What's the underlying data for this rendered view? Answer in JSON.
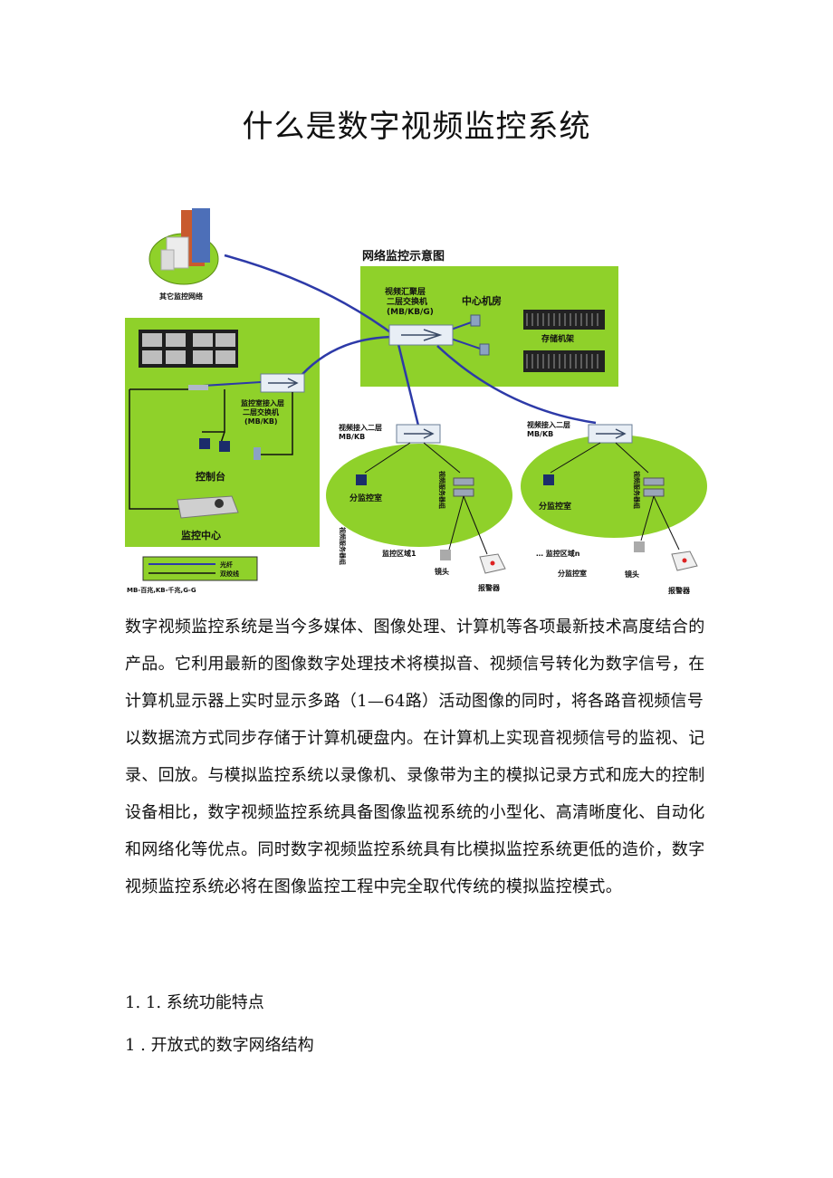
{
  "document": {
    "title": "什么是数字视频监控系统",
    "paragraph": "数字视频监控系统是当今多媒体、图像处理、计算机等各项最新技术高度结合的产品。它利用最新的图像数字处理技术将模拟音、视频信号转化为数字信号，在计算机显示器上实时显示多路（1—64路）活动图像的同时，将各路音视频信号以数据流方式同步存储于计算机硬盘内。在计算机上实现音视频信号的监视、记录、回放。与模拟监控系统以录像机、录像带为主的模拟记录方式和庞大的控制设备相比，数字视频监控系统具备图像监视系统的小型化、高清晰度化、自动化和网络化等优点。同时数字视频监控系统具有比模拟监控系统更低的造价，数字视频监控系统必将在图像监控工程中完全取代传统的模拟监控模式。",
    "section_heading": "1. 1. 系统功能特点",
    "subsection_heading": "1 . 开放式的数字网络结构"
  },
  "diagram": {
    "heading": "网络监控示意图",
    "other_network": "其它监控网络",
    "aggregation_switch": [
      "视频汇聚层",
      "二层交换机",
      "(MB/KB/G)"
    ],
    "center_room": "中心机房",
    "storage_rack": "存储机架",
    "access_switch": [
      "监控室接入层",
      "二层交换机",
      "(MB/KB)"
    ],
    "console": "控制台",
    "monitor_center": "监控中心",
    "legend_fiber": "光纤",
    "legend_twisted": "双绞线",
    "legend_note": "MB-百兆,KB-千兆,G-G",
    "video_access_1": [
      "视频接入二层",
      "MB/KB"
    ],
    "video_access_2": [
      "视频接入二层",
      "MB/KB"
    ],
    "sub_room_1": "分监控室",
    "sub_room_2": "分监控室",
    "server_group_1": "视频服务器组",
    "server_group_2": "视频服务器组",
    "server_group_left": "视频服务器组",
    "zone_1": "监控区域1",
    "zone_n": "… 监控区域n",
    "sub_room_bottom": "分监控室",
    "camera_1": "镜头",
    "camera_2": "镜头",
    "alarm_1": "报警器",
    "alarm_2": "报警器"
  }
}
